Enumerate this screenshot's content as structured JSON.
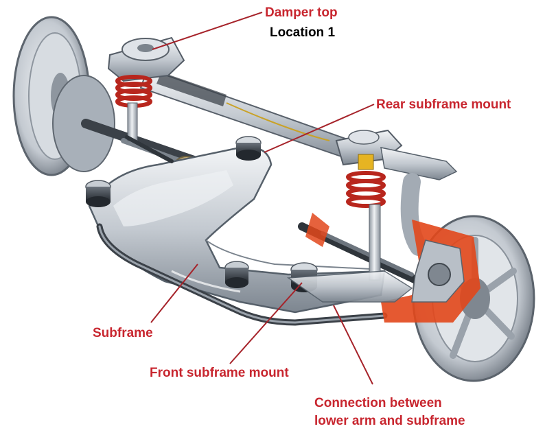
{
  "labels": {
    "damper_top": "Damper top",
    "location": "Location 1",
    "rear_subframe_mount": "Rear subframe mount",
    "subframe": "Subframe",
    "front_subframe_mount": "Front subframe mount",
    "connection_line1": "Connection between",
    "connection_line2": "lower arm and subframe"
  },
  "colors": {
    "label_red": "#c8262f",
    "label_black": "#000000",
    "leader_line": "#a6232a",
    "metal_light": "#dfe3e8",
    "metal_mid": "#a9b1ba",
    "metal_dark": "#4e5660",
    "spring_red": "#b8261d",
    "cutaway_orange": "#e2471b",
    "damper_yellow": "#e6b422"
  }
}
